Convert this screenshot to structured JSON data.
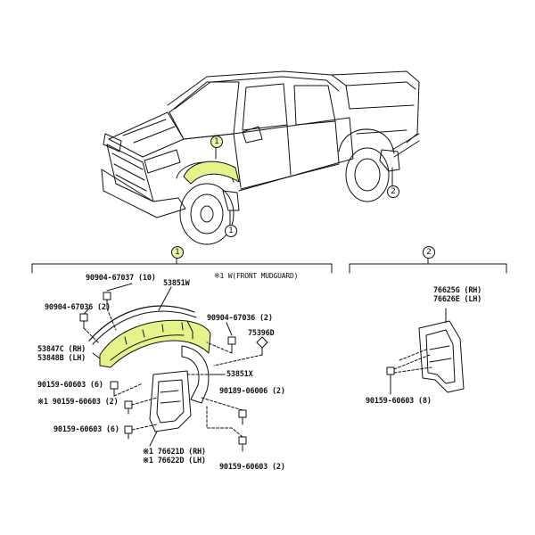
{
  "callouts": {
    "group1": "1",
    "group2": "2",
    "truck_front": "1",
    "truck_rear": "2"
  },
  "note": "※1 W(FRONT MUDGUARD)",
  "parts_left": {
    "p90904_67037": "90904-67037 (10)",
    "p90904_67036_a": "90904-67036 (2)",
    "p53851W": "53851W",
    "p90904_67036_b": "90904-67036 (2)",
    "p75396D": "75396D",
    "p53847C": "53847C (RH)",
    "p53848B": "53848B (LH)",
    "p53851X": "53851X",
    "p90159_60603_a": "90159-60603 (6)",
    "p90189_06006": "90189-06006 (2)",
    "p90159_60603_b": "※1 90159-60603 (2)",
    "p90159_60603_c": "90159-60603 (6)",
    "p76621D": "※1 76621D (RH)",
    "p76622D": "※1 76622D (LH)",
    "p90159_60603_d": "90159-60603 (2)"
  },
  "parts_right": {
    "p76625G": "76625G (RH)",
    "p76626E": "76626E (LH)",
    "p90159_60603_e": "90159-60603 (8)"
  },
  "colors": {
    "highlight": "#e6f28a",
    "line": "#111111"
  }
}
